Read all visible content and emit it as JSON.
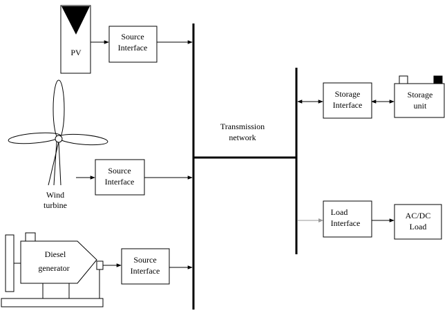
{
  "diagram": {
    "pv_label": "PV",
    "source_interface_label": [
      "Source",
      "Interface"
    ],
    "wind_turbine_label": [
      "Wind",
      "turbine"
    ],
    "diesel_generator_label": [
      "Diesel",
      "generator"
    ],
    "transmission_label": [
      "Transmission",
      "network"
    ],
    "storage_interface_label": [
      "Storage",
      "Interface"
    ],
    "storage_unit_label": [
      "Storage",
      "unit"
    ],
    "load_interface_label": [
      "Load",
      "Interface"
    ],
    "acdc_load_label": [
      "AC/DC",
      "Load"
    ]
  }
}
